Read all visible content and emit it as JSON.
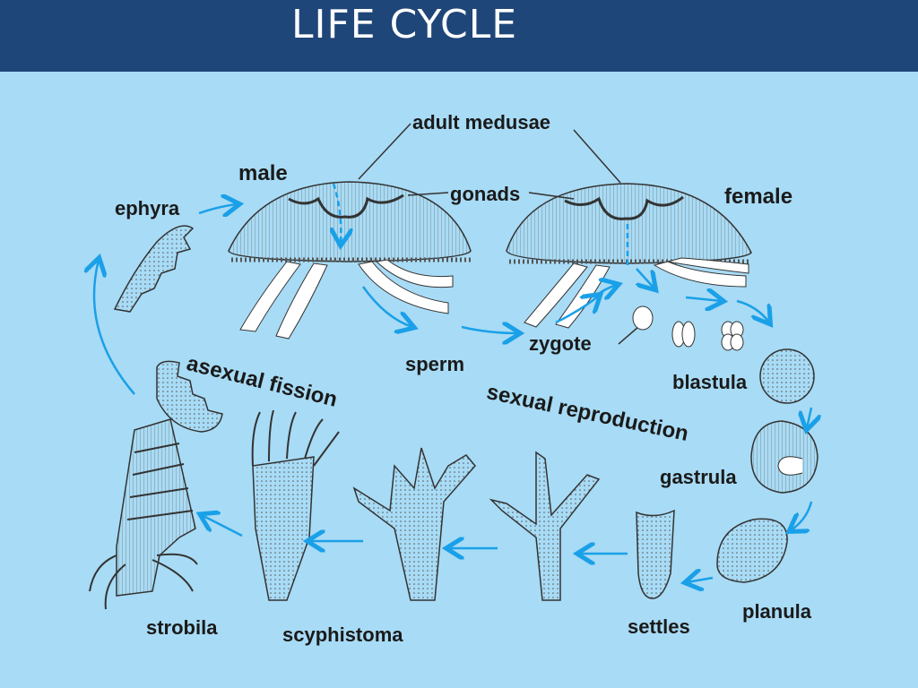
{
  "header": {
    "title": "LIFE CYCLE"
  },
  "colors": {
    "header_bg": "#1f4678",
    "panel_bg": "#a8dbf5",
    "arrow": "#1aa0e8"
  },
  "labels": {
    "adult_medusae": "adult medusae",
    "male": "male",
    "female": "female",
    "gonads": "gonads",
    "ephyra": "ephyra",
    "sperm": "sperm",
    "zygote": "zygote",
    "blastula": "blastula",
    "gastrula": "gastrula",
    "planula": "planula",
    "settles": "settles",
    "scyphistoma": "scyphistoma",
    "strobila": "strobila",
    "asexual_fission": "asexual fission",
    "sexual_reproduction": "sexual reproduction"
  }
}
